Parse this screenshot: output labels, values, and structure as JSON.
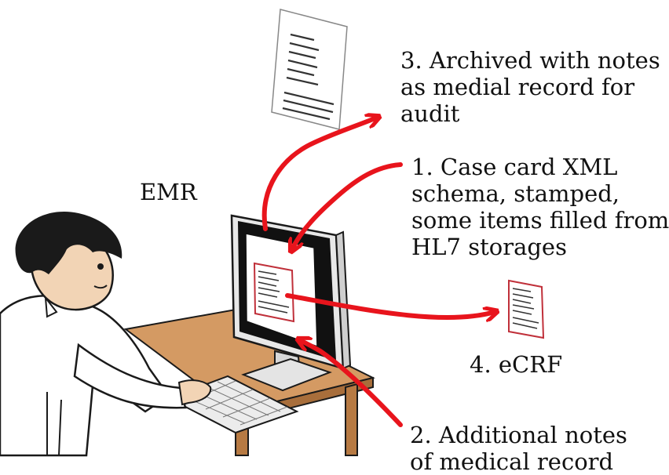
{
  "labels": {
    "emr": "EMR",
    "step3": [
      "3. Archived with notes",
      "as medial record for",
      "audit"
    ],
    "step1": [
      "1. Case card XML",
      "schema, stamped,",
      "some items filled from",
      "HL7 storages"
    ],
    "ecrf": "4. eCRF",
    "step2": [
      "2. Additional notes",
      "of medical record"
    ]
  },
  "icons": {
    "doctor": "doctor-figure",
    "desk": "desk",
    "monitor": "computer-monitor",
    "keyboard": "keyboard",
    "archived_document": "document",
    "ecrf_card": "document"
  },
  "colors": {
    "arrow": "#e8141c",
    "card_border": "#c0303a",
    "desk": "#d49a63",
    "desk_dark": "#8a5a2b",
    "outline": "#1a1a1a"
  }
}
